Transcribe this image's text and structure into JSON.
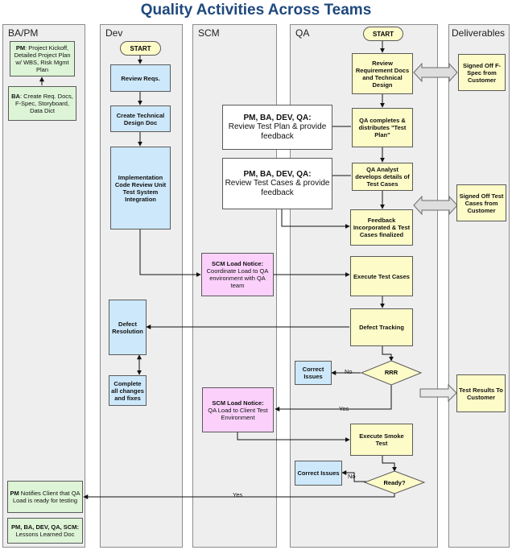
{
  "title": "Quality Activities Across Teams",
  "lanes": {
    "bapm": "BA/PM",
    "dev": "Dev",
    "scm": "SCM",
    "qa": "QA",
    "deliverables": "Deliverables"
  },
  "colors": {
    "title": "#1f497d",
    "lane_bg": "#eeeeee",
    "green": "#ddf4d6",
    "blue": "#cde8fa",
    "yellow": "#fdfbc8",
    "pink": "#fbd1fb"
  },
  "bapm": {
    "kickoff_lead": "PM",
    "kickoff_text": ": Project Kickoff, Detailed Project Plan w/ WBS, Risk Mgmt Plan",
    "create_lead": "BA",
    "create_text": ": Create Req. Docs,  F-Spec, Storyboard, Data Dict",
    "notify_lead": "PM",
    "notify_text": " Notifies Client that QA Load is ready for testing",
    "lessons_lead": "PM, BA, DEV, QA, SCM:",
    "lessons_text": "Lessons Learned Doc"
  },
  "dev": {
    "start": "START",
    "review_reqs": "Review Reqs.",
    "create_tech": "Create Technical Design Doc",
    "implementation": "Implementation Code Review Unit Test System Integration",
    "defect_resolution": "Defect Resolution",
    "complete_changes": "Complete all changes and fixes"
  },
  "scm": {
    "load_notice_1_title": "SCM Load Notice:",
    "load_notice_1_text": "Coordinate Load to QA environment with QA team",
    "load_notice_2_title": "SCM Load Notice:",
    "load_notice_2_text": "QA Load to Client Test Environment"
  },
  "qa": {
    "start": "START",
    "review_req": "Review Requirement Docs and Technical Design",
    "test_plan": "QA completes & distributes \"Test Plan\"",
    "analyst": "QA Analyst develops details of Test Cases",
    "feedback_inc": "Feedback Incorporated & Test Cases finalized",
    "execute_test": "Execute Test Cases",
    "defect_tracking": "Defect Tracking",
    "rrr": "RRR",
    "correct_issues_1": "Correct Issues",
    "execute_smoke": "Execute Smoke Test",
    "ready": "Ready?",
    "correct_issues_2": "Correct Issues"
  },
  "review_plan": {
    "lead": "PM, BA, DEV, QA:",
    "text": "Review Test Plan & provide feedback"
  },
  "review_cases": {
    "lead": "PM, BA, DEV, QA:",
    "text": "Review Test Cases & provide feedback"
  },
  "deliverables": {
    "signed_fspec": "Signed Off F-Spec from Customer",
    "signed_cases": "Signed Off Test Cases from Customer",
    "test_results": "Test Results To Customer"
  },
  "edge_labels": {
    "no_1": "No",
    "yes_1": "Yes",
    "no_2": "No",
    "yes_2": "Yes"
  }
}
